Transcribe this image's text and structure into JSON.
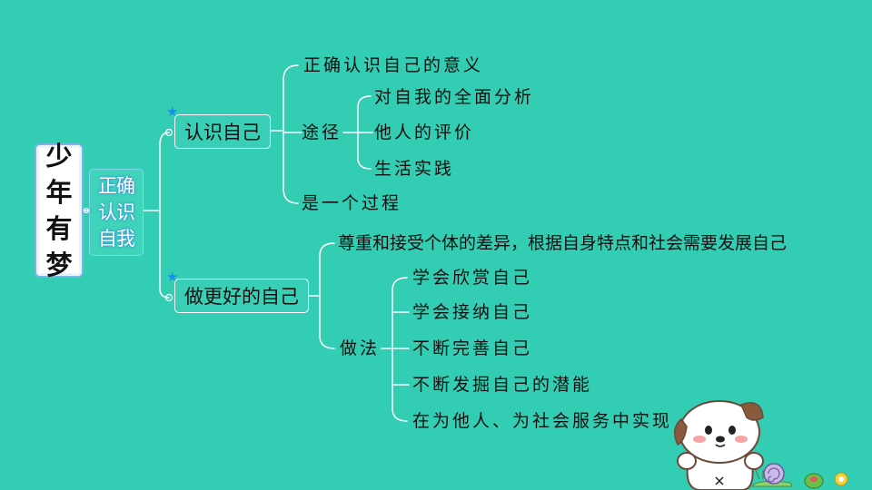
{
  "root": {
    "chars": [
      "少",
      "年",
      "有",
      "梦"
    ]
  },
  "subtopic": {
    "lines": [
      "正确",
      "认识",
      "自我"
    ]
  },
  "branch1": {
    "label": "认识自己",
    "item1": "正确认识自己的意义",
    "way_label": "途径",
    "ways": [
      "对自我的全面分析",
      "他人的评价",
      "生活实践"
    ],
    "item3": "是一个过程"
  },
  "branch2": {
    "label": "做更好的自己",
    "item1": "尊重和接受个体的差异，根据自身特点和社会需要发展自己",
    "method_label": "做法",
    "methods": [
      "学会欣赏自己",
      "学会接纳自己",
      "不断完善自己",
      "不断发掘自己的潜能",
      "在为他人、为社会服务中实现"
    ]
  },
  "colors": {
    "background": "#33cdb3",
    "line": "#ffffff",
    "star": "#1b8ef0",
    "root_border": "#7fb3e4"
  }
}
